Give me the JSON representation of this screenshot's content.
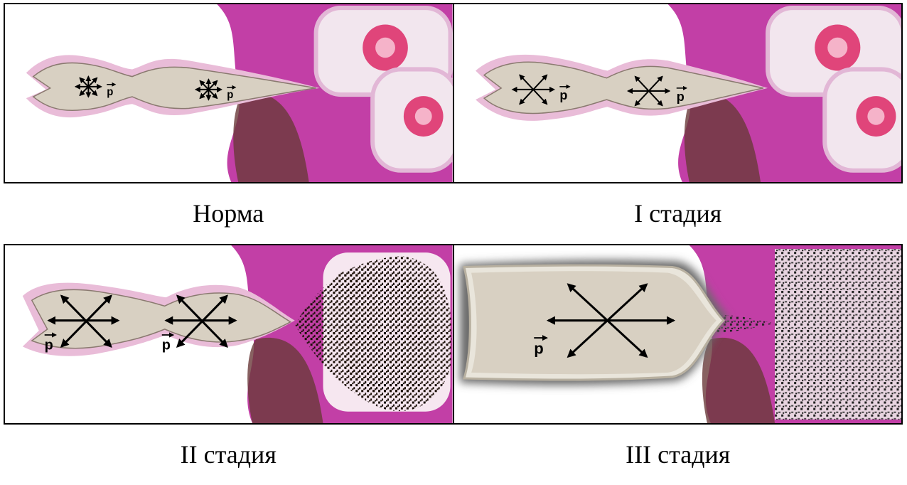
{
  "panels": [
    {
      "caption": "Норма",
      "vector_label": "p"
    },
    {
      "caption": "I стадия",
      "vector_label": "p"
    },
    {
      "caption": "II стадия",
      "vector_label": "p"
    },
    {
      "caption": "III стадия",
      "vector_label": "p"
    }
  ],
  "colors": {
    "tissue_pink": "#c23fa6",
    "tissue_light": "#f1c5e5",
    "alveolus_fill": "#d8d0c2",
    "wall": "#e9bcd8",
    "sac_core": "#e0457a",
    "dark_stain": "#5a3a1a",
    "soot": "#1a0f06"
  },
  "arrows": "black double-headed arrows showing pressure p in each lumen"
}
